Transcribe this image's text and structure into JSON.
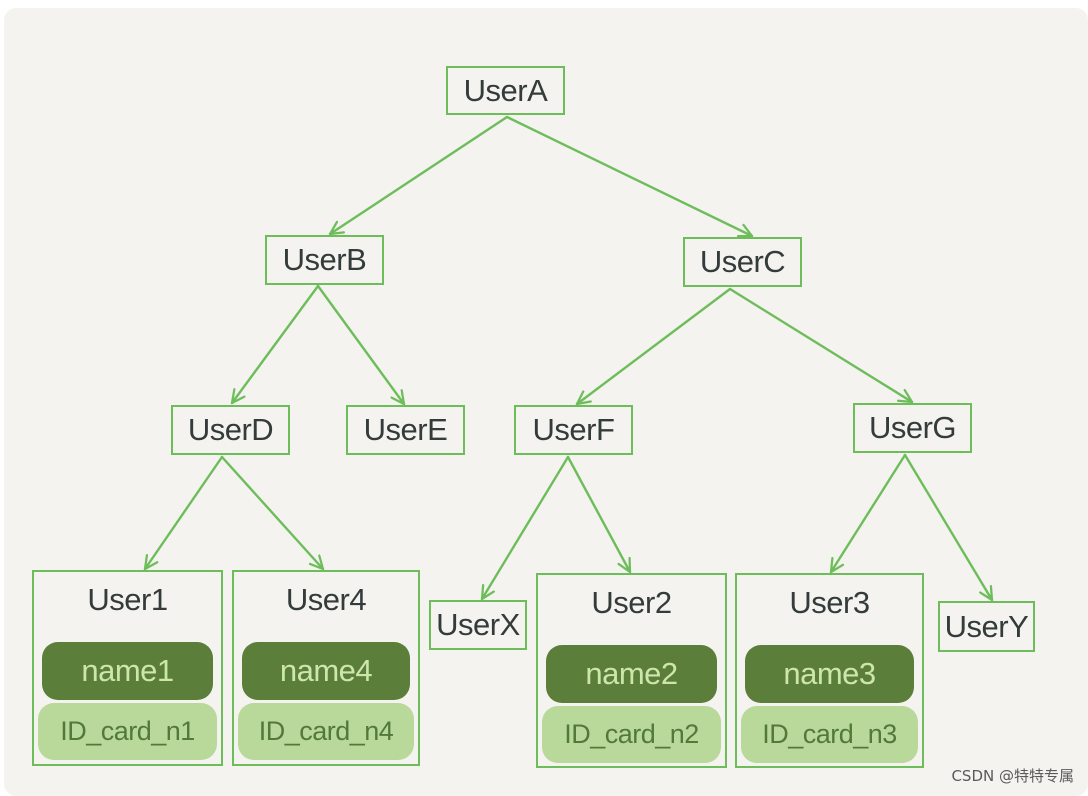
{
  "colors": {
    "page_bg": "#f4f3ef",
    "border": "#6dbd5b",
    "edge": "#6dbd5b",
    "text": "#343b3b",
    "name_pill": "#5c7e3b",
    "name_text": "#cde6ab",
    "id_pill": "#b9d99b",
    "id_text": "#52793a"
  },
  "nodes": {
    "user_a": "UserA",
    "user_b": "UserB",
    "user_c": "UserC",
    "user_d": "UserD",
    "user_e": "UserE",
    "user_f": "UserF",
    "user_g": "UserG",
    "user_x": "UserX",
    "user_y": "UserY"
  },
  "records": [
    {
      "title": "User1",
      "name": "name1",
      "id_card": "ID_card_n1"
    },
    {
      "title": "User4",
      "name": "name4",
      "id_card": "ID_card_n4"
    },
    {
      "title": "User2",
      "name": "name2",
      "id_card": "ID_card_n2"
    },
    {
      "title": "User3",
      "name": "name3",
      "id_card": "ID_card_n3"
    }
  ],
  "watermark": "CSDN @特特专属"
}
